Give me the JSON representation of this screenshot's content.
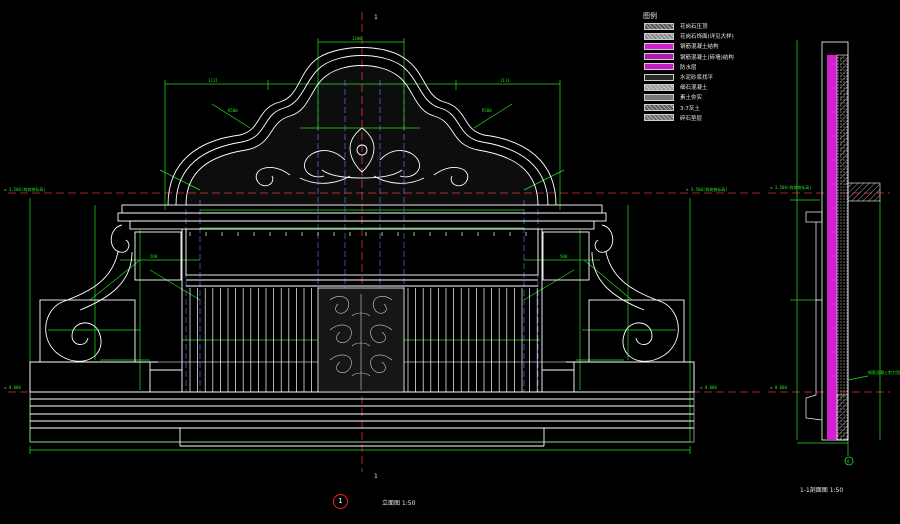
{
  "legend": {
    "title": "图例",
    "items": [
      {
        "label": "花岗石压顶",
        "fill": "#555555",
        "icon": "hatch-swatch"
      },
      {
        "label": "花岗石饰面(详见大样)",
        "fill": "#8a8a8a",
        "icon": "stone-swatch"
      },
      {
        "label": "钢筋混凝土结构",
        "fill": "#d21fd2",
        "icon": "concrete-swatch"
      },
      {
        "label": "钢筋混凝土(砖墙)结构",
        "fill": "#b01ab0",
        "icon": "concrete-swatch"
      },
      {
        "label": "防水层",
        "fill": "#c21cc2",
        "icon": "waterproof-swatch"
      },
      {
        "label": "水泥砂浆找平",
        "fill": "#2a2a2a",
        "icon": "mortar-swatch"
      },
      {
        "label": "细石混凝土",
        "fill": "#9a9a9a",
        "icon": "gravel-swatch"
      },
      {
        "label": "素土夯实",
        "fill": "#777777",
        "icon": "soil-swatch"
      },
      {
        "label": "3:7灰土",
        "fill": "#5a5a5a",
        "icon": "lime-soil-swatch"
      },
      {
        "label": "碎石垫层",
        "fill": "#6a6a6a",
        "icon": "gravel-swatch"
      }
    ]
  },
  "titles": {
    "main": "立面图 1:50",
    "section": "1-1剖面图 1:50",
    "marker": "1"
  },
  "annotations": {
    "axis_top": "1",
    "axis_bottom": "1",
    "level_left_top": "± 3.500(构筑物标高)",
    "level_right_top": "± 3.500(构筑物标高)",
    "level_left_base": "± 0.000",
    "level_right_base": "± 0.000",
    "level_section_top": "± 3.500(构筑物标高)",
    "level_section_base": "± 0.000",
    "section_note": "钢筋混凝土剪力墙",
    "section_axis": "A",
    "dim_top_left": "1111",
    "dim_top_mid": "1200",
    "dim_top_right": "1111",
    "dim_arc_left": "R500",
    "dim_arc_right": "R500",
    "dim_left_mid": "500",
    "dim_right_mid": "500"
  },
  "colors": {
    "line": "#ffffff",
    "dim": "#22dd22",
    "axis": "#e23030",
    "center": "#4f6fe0",
    "section": "#d21fd2",
    "hatch": "#bfbfbf"
  }
}
